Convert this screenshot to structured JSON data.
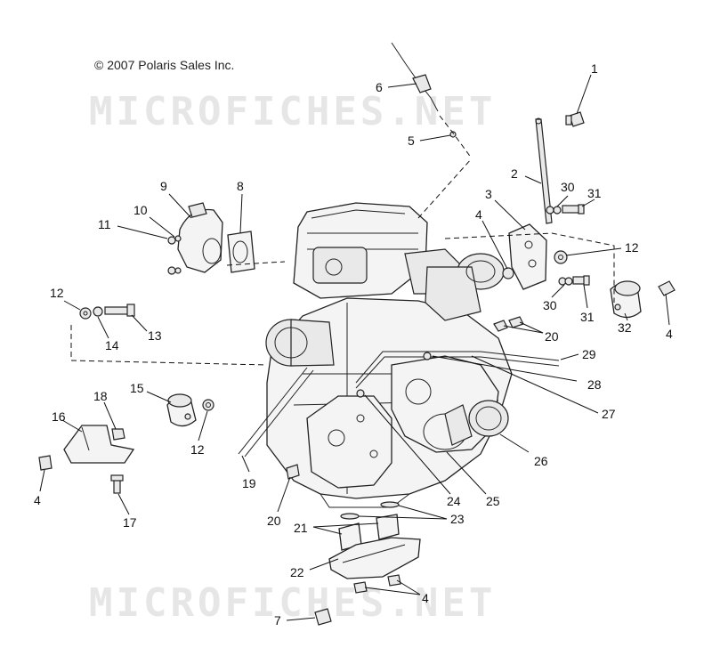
{
  "copyright": "© 2007 Polaris Sales Inc.",
  "watermark": "MICROFICHES.NET",
  "callouts": {
    "c1": "1",
    "c2": "2",
    "c3": "3",
    "c4a": "4",
    "c4b": "4",
    "c4c": "4",
    "c4d": "4",
    "c5": "5",
    "c6": "6",
    "c7": "7",
    "c8": "8",
    "c9": "9",
    "c10": "10",
    "c11": "11",
    "c12a": "12",
    "c12b": "12",
    "c12c": "12",
    "c13": "13",
    "c14": "14",
    "c15": "15",
    "c16": "16",
    "c17": "17",
    "c18": "18",
    "c19": "19",
    "c20a": "20",
    "c20b": "20",
    "c21": "21",
    "c22": "22",
    "c23": "23",
    "c24": "24",
    "c25": "25",
    "c26": "26",
    "c27": "27",
    "c28": "28",
    "c29": "29",
    "c30a": "30",
    "c30b": "30",
    "c31a": "31",
    "c31b": "31",
    "c32": "32"
  }
}
